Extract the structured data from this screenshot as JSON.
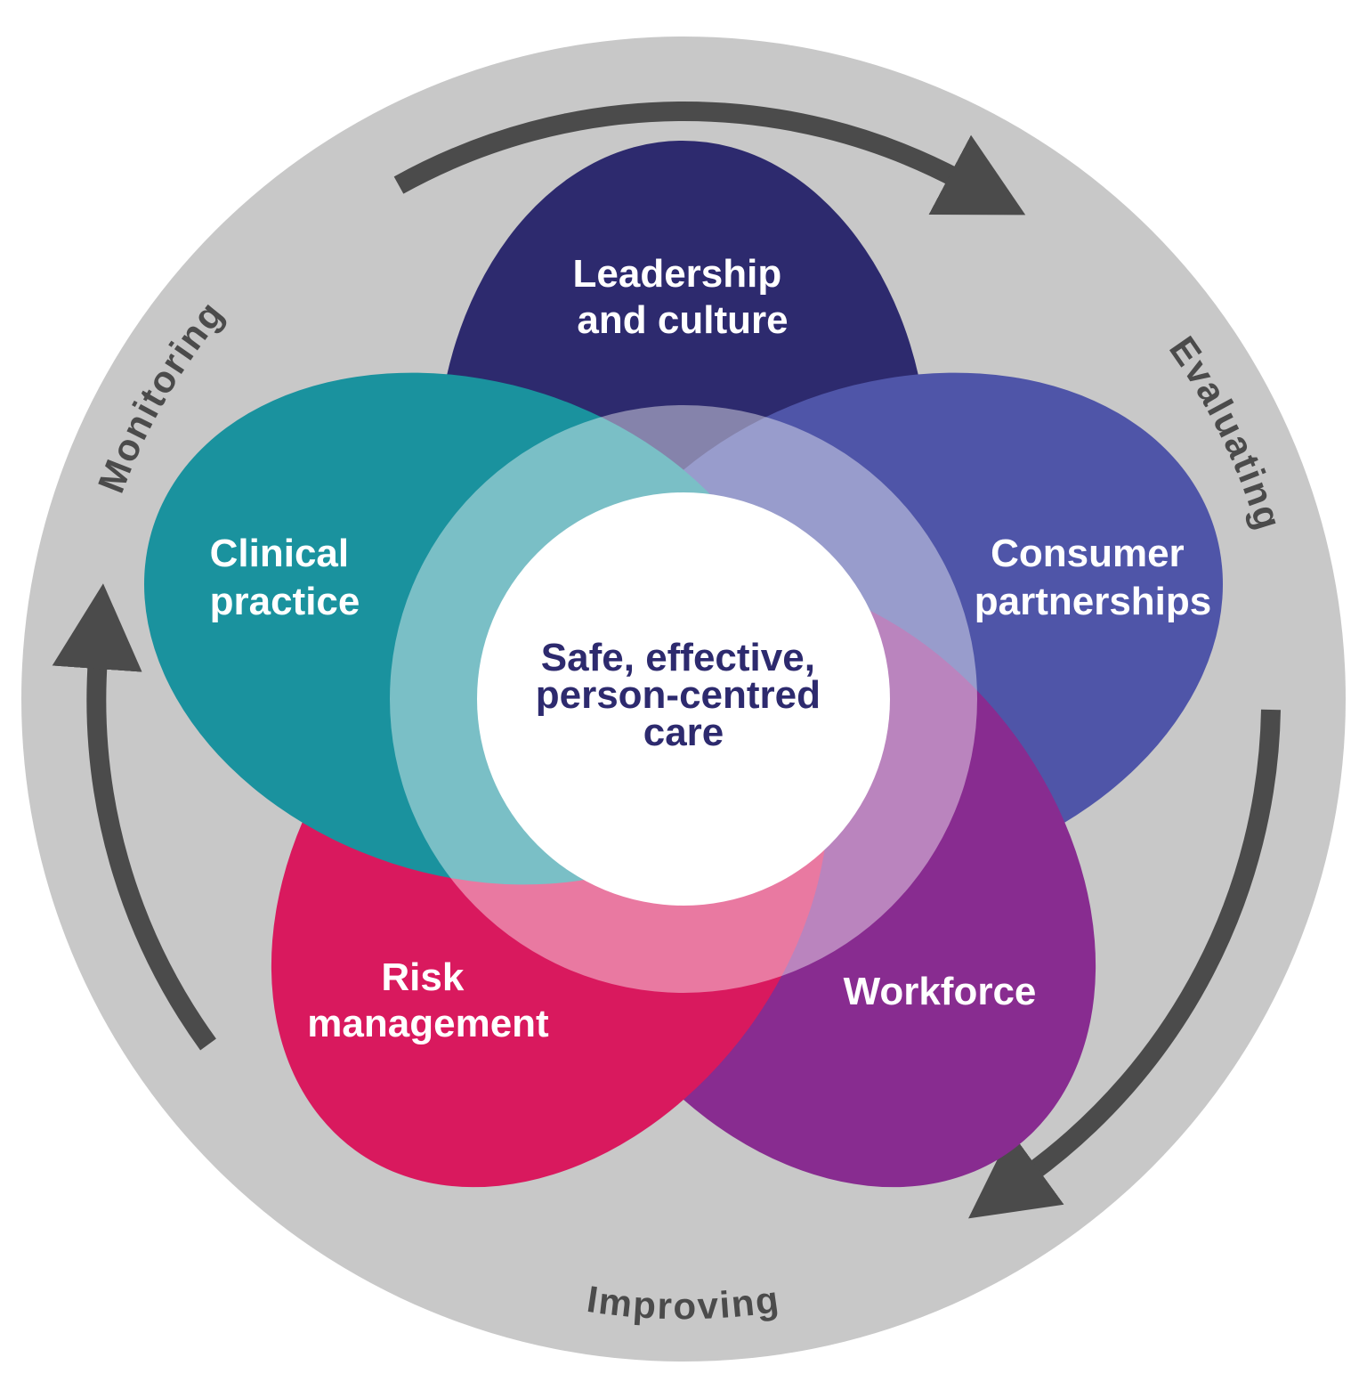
{
  "diagram": {
    "center_label": {
      "line1": "Safe, effective,",
      "line2": "person-centred",
      "line3": "care"
    },
    "petals": {
      "leadership": {
        "line1": "Leadership",
        "line2": "and culture"
      },
      "consumer": {
        "line1": "Consumer",
        "line2": "partnerships"
      },
      "workforce": {
        "line1": "Workforce"
      },
      "risk": {
        "line1": "Risk",
        "line2": "management"
      },
      "clinical": {
        "line1": "Clinical",
        "line2": "practice"
      }
    },
    "cycle_labels": {
      "monitoring": "Monitoring",
      "evaluating": "Evaluating",
      "improving": "Improving"
    }
  },
  "colors": {
    "background": "#ffffff",
    "ring": "#c8c8c8",
    "arrow": "#4b4b4b",
    "cycle_text": "#4b4b4b",
    "leadership": "#2d2a6e",
    "consumer": "#4f55a8",
    "workforce": "#882c90",
    "risk": "#d9195e",
    "clinical": "#1a929e",
    "overlap_leadership_consumer": "#7e7bbb",
    "overlap_consumer_workforce": "#a66ab5",
    "overlap_workforce_risk": "#dd6480",
    "overlap_risk_clinical": "#2f97a2",
    "overlap_clinical_leadership": "#2aa0ab",
    "halo": "#ffffff",
    "center_circle": "#ffffff",
    "center_text": "#2d2a6e",
    "petal_text": "#ffffff"
  }
}
